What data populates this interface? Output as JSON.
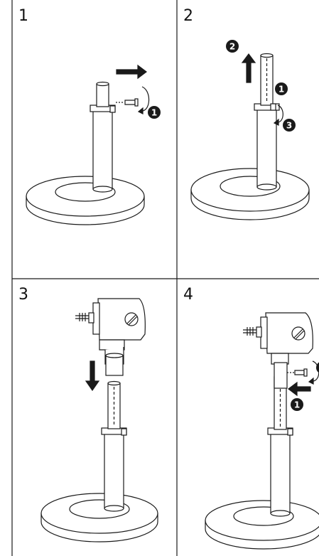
{
  "panels": [
    {
      "step": "1",
      "callouts": [
        "1"
      ]
    },
    {
      "step": "2",
      "callouts": [
        "2",
        "1",
        "3"
      ]
    },
    {
      "step": "3",
      "callouts": []
    },
    {
      "step": "4",
      "callouts": [
        "1"
      ]
    }
  ],
  "colors": {
    "line": "#1a1a1a",
    "fill": "#ffffff",
    "callout_bg": "#1a1a1a"
  },
  "icons": [
    "arrow-right-icon",
    "arrow-up-icon",
    "arrow-down-icon",
    "arrow-left-icon",
    "rotate-icon",
    "screw-icon",
    "camera-icon"
  ]
}
